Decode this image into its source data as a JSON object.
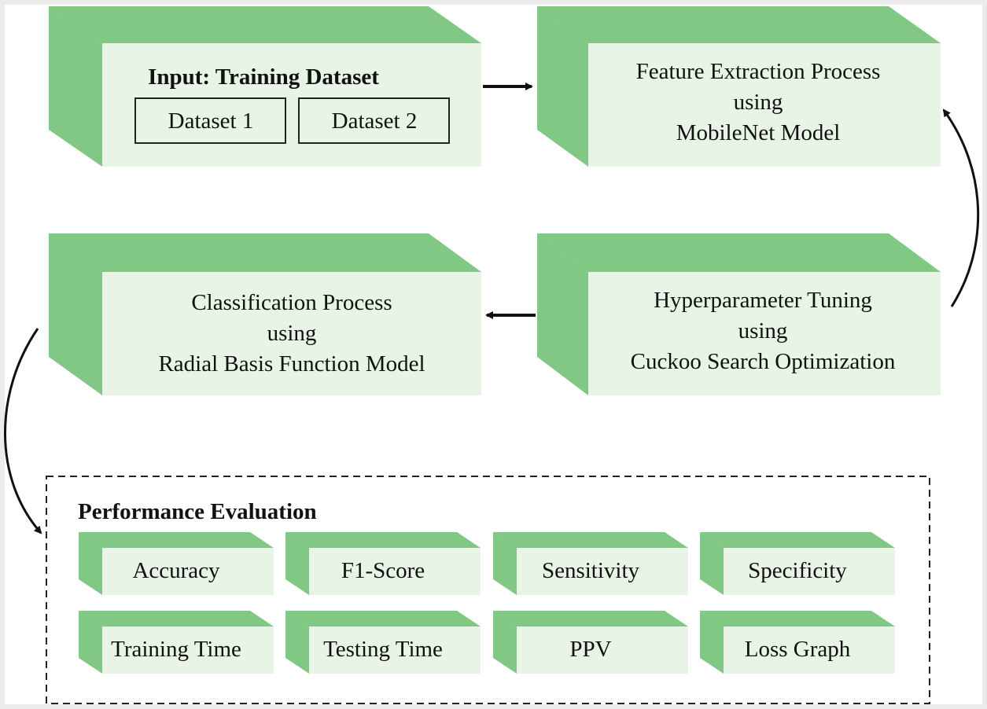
{
  "input_block": {
    "title": "Input: Training Dataset",
    "datasets": [
      "Dataset 1",
      "Dataset 2"
    ]
  },
  "feature_block": {
    "lines": [
      "Feature Extraction Process",
      "using",
      "MobileNet Model"
    ]
  },
  "hyper_block": {
    "lines": [
      "Hyperparameter Tuning",
      "using",
      "Cuckoo Search Optimization"
    ]
  },
  "class_block": {
    "lines": [
      "Classification Process",
      "using",
      "Radial Basis Function Model"
    ]
  },
  "evaluation": {
    "title": "Performance Evaluation",
    "metrics": [
      "Accuracy",
      "F1-Score",
      "Sensitivity",
      "Specificity",
      "Training Time",
      "Testing Time",
      "PPV",
      "Loss Graph"
    ]
  },
  "colors": {
    "block_face": "#e8f5e6",
    "block_side": "#80c884",
    "arrow": "#111111",
    "border": "#222222"
  }
}
